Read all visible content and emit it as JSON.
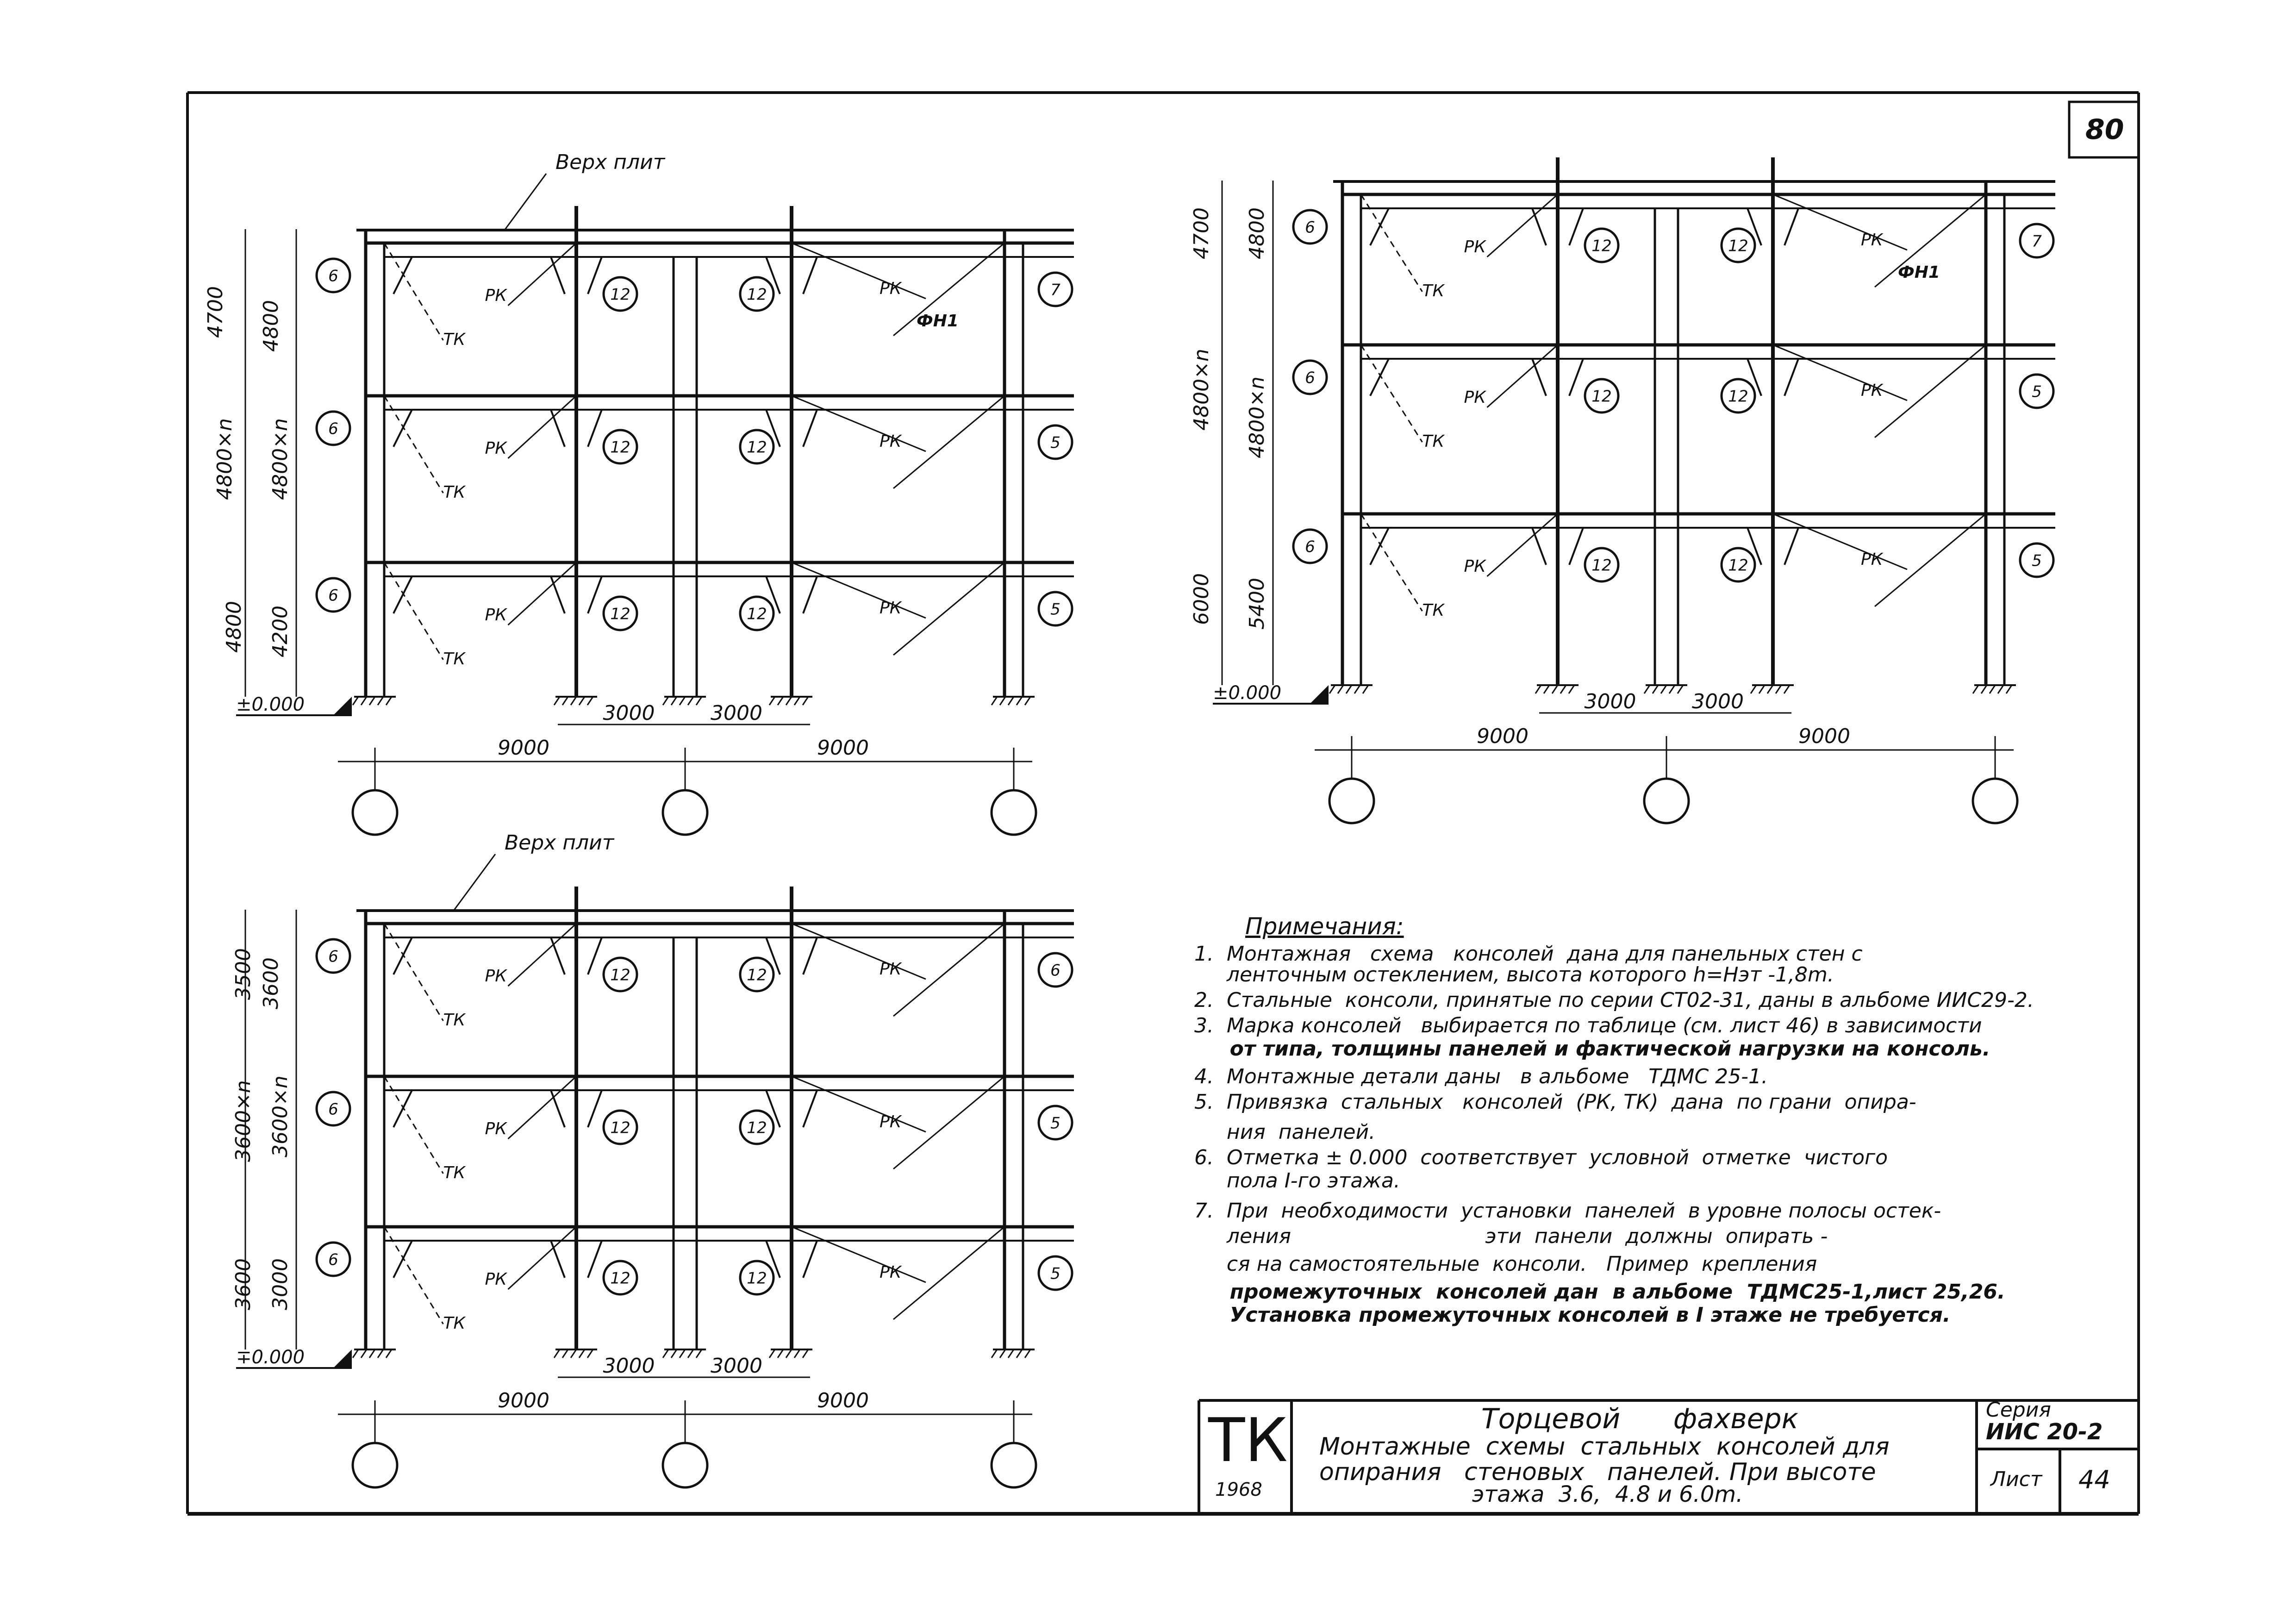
{
  "sheet_number_top": "80",
  "top_of_slab": "Верх плит",
  "elevation_zero": "±0.000",
  "elevation_zero_alt": "∓0.000",
  "marks": {
    "rk": "РК",
    "tk": "ТК",
    "fn1": "ФН1"
  },
  "callouts": {
    "c6": "6",
    "c12": "12",
    "c7": "7",
    "c5": "5"
  },
  "dims": {
    "d9000": "9000",
    "d3000": "3000",
    "d4700": "4700",
    "d4800": "4800",
    "d4800n": "4800×n",
    "d4200": "4200",
    "d6000": "6000",
    "d5400": "5400",
    "d3500": "3500",
    "d3600": "3600",
    "d3600n": "3600×n"
  },
  "notes": {
    "title": "Примечания:",
    "n1a": "1.  Монтажная   схема   консолей  дана для панельных стен с",
    "n1b": "     ленточным остеклением, высота которого h=Hэт -1,8m.",
    "n2": "2.  Стальные  консоли, принятые по серии СТ02-31, даны в альбоме ИИС29-2.",
    "n3a": "3.  Марка консолей   выбирается по таблице (см. лист 46) в зависимости",
    "n3b": "     от типа, толщины панелей и фактической нагрузки на консоль.",
    "n4": "4.  Монтажные детали даны   в альбоме   ТДМС 25-1.",
    "n5a": "5.  Привязка  стальных   консолей  (РК, ТК)  дана  по грани  опира-",
    "n5b": "     ния  панелей.",
    "n6a": "6.  Отметка ± 0.000  соответствует  условной  отметке  чистого",
    "n6b": "     пола I-го этажа.",
    "n7a": "7.  При  необходимости  установки  панелей  в уровне полосы остек-",
    "n7b": "     ления                              эти  панели  должны  опирать -",
    "n7c": "     ся на самостоятельные  консоли.   Пример  крепления",
    "n7d": "     промежуточных  консолей дан  в альбоме  ТДМС25-1,лист 25,26.",
    "n7e": "     Установка промежуточных консолей в I этаже не требуется."
  },
  "title_block": {
    "logo": "ТК",
    "year": "1968",
    "title": "Торцевой      фахверк",
    "desc1": "Монтажные  схемы  стальных  консолей для",
    "desc2": "опирания   стеновых   панелей. При высоте",
    "desc3": "этажа  3.6,  4.8 и 6.0m.",
    "series_label": "Серия",
    "series_value": "ИИС 20-2",
    "sheet_label": "Лист",
    "sheet_value": "44"
  }
}
